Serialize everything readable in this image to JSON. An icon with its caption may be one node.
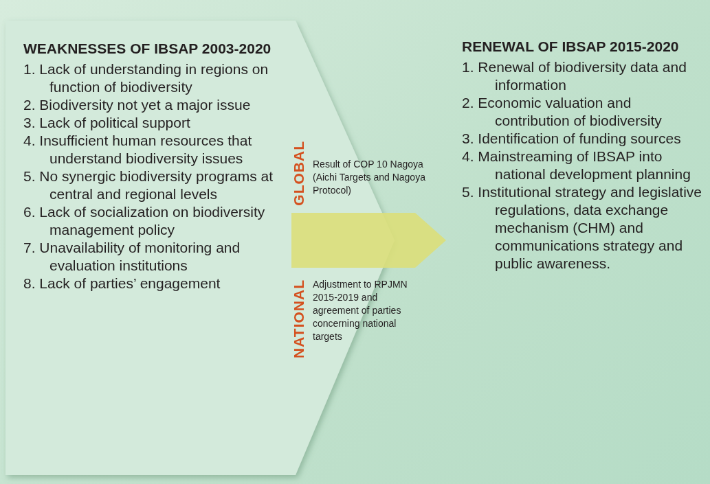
{
  "diagram": {
    "nodes": [
      {
        "text": [
          "WEAKNESSES OF IBSAP 2003-2020",
          "1. Lack of understanding in regions on function of biodiversity",
          "2. Biodiversity not yet a major issue",
          "3. Lack of political support",
          "4. Insufficient human resources that understand biodiversity issues",
          "5. No synergic biodiversity programs at central and regional levels",
          "6. Lack of socialization on biodiversity management policy",
          "7. Unavailability of monitoring and evaluation institutions",
          "8. Lack of parties’ engagement"
        ]
      },
      {
        "text": [
          "RENEWAL OF IBSAP 2015-2020",
          "1. Renewal of biodiversity data and information",
          "2. Economic valuation and contribution of biodiversity",
          "3. Identification of funding sources",
          "4. Mainstreaming of IBSAP into national development planning",
          "5. Institutional strategy and legislative regulations, data exchange mechanism (CHM) and communications strategy and public awareness."
        ]
      }
    ],
    "edges": [
      {
        "from": 0,
        "to": 1,
        "arrow": "to"
      }
    ],
    "labels": [
      "GLOBAL",
      "Result of COP 10 Nagoya (Aichi Targets and Nagoya Protocol)",
      "NATIONAL",
      "Adjustment to RPJMN 2015-2019 and agreement of parties concerning national targets"
    ]
  }
}
